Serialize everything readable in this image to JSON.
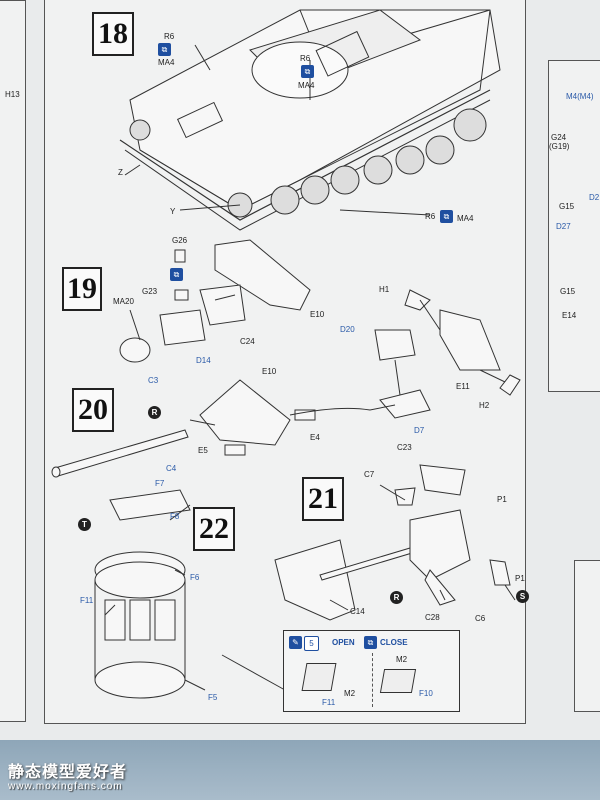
{
  "steps": {
    "s18": "18",
    "s19": "19",
    "s20": "20",
    "s21": "21",
    "s22": "22"
  },
  "step18": {
    "r6a": "R6",
    "ma4a": "MA4",
    "r6b": "R6",
    "ma4b": "MA4",
    "z": "Z",
    "y": "Y",
    "r6c": "R6",
    "ma4c": "MA4"
  },
  "step19": {
    "g26": "G26",
    "g23": "G23",
    "ma20": "MA20",
    "c3": "C3",
    "d14": "D14",
    "c24": "C24",
    "e10": "E10",
    "h1": "H1",
    "d20": "D20",
    "e11": "E11",
    "h2": "H2"
  },
  "step20": {
    "c4": "C4",
    "e10": "E10",
    "e5": "E5",
    "e4": "E4",
    "d7": "D7",
    "r": "R"
  },
  "step21": {
    "c23": "C23",
    "c7": "C7",
    "p1a": "P1",
    "p1b": "P1",
    "c14": "C14",
    "r": "R",
    "c28": "C28",
    "c6": "C6",
    "s": "S"
  },
  "step22": {
    "f7": "F7",
    "f8": "F8",
    "f6": "F6",
    "f11": "F11",
    "f5": "F5",
    "t": "T"
  },
  "legend": {
    "open": "OPEN",
    "close": "CLOSE",
    "num": "5",
    "f11": "F11",
    "m2a": "M2",
    "m2b": "M2",
    "f10": "F10"
  },
  "left_edge": {
    "h13": "H13"
  },
  "right_edge": {
    "m4": "M4(M4)",
    "g24": "G24",
    "g19": "(G19)",
    "g15a": "G15",
    "d2": "D2",
    "d27": "D27",
    "g15b": "G15",
    "e14": "E14"
  },
  "watermark": {
    "title": "静态模型爱好者",
    "url": "www.moxingfans.com"
  },
  "colors": {
    "accent_blue": "#1f4fa0",
    "paper": "#e9ebec",
    "ink": "#222222",
    "background": "#9fb3c3"
  }
}
